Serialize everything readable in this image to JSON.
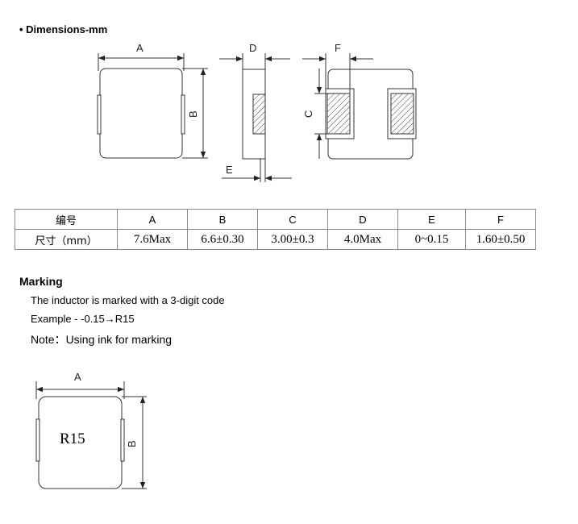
{
  "dimensions_heading": "• Dimensions-mm",
  "drawing_labels": {
    "a": "A",
    "b": "B",
    "c": "C",
    "d": "D",
    "e": "E",
    "f": "F"
  },
  "table": {
    "header": [
      "编号",
      "A",
      "B",
      "C",
      "D",
      "E",
      "F"
    ],
    "row": [
      "尺寸（mm）",
      "7.6Max",
      "6.6±0.30",
      "3.00±0.3",
      "4.0Max",
      "0~0.15",
      "1.60±0.50"
    ]
  },
  "marking": {
    "heading": "Marking",
    "line1": "The inductor is marked with a 3-digit code",
    "line2": "Example - -0.15→R15",
    "note": "Note：Using ink for marking",
    "code": "R15",
    "label_a": "A",
    "label_b": "B"
  }
}
